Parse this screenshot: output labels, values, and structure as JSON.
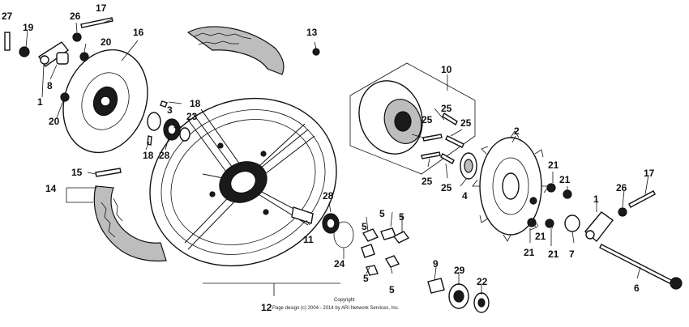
{
  "diagram": {
    "labels": [
      {
        "id": "l27a",
        "text": "27"
      },
      {
        "id": "l19",
        "text": "19"
      },
      {
        "id": "l26a",
        "text": "26"
      },
      {
        "id": "l17a",
        "text": "17"
      },
      {
        "id": "l16",
        "text": "16"
      },
      {
        "id": "l20a",
        "text": "20"
      },
      {
        "id": "l8",
        "text": "8"
      },
      {
        "id": "l1a",
        "text": "1"
      },
      {
        "id": "l20b",
        "text": "20"
      },
      {
        "id": "l13",
        "text": "13"
      },
      {
        "id": "l18a",
        "text": "18"
      },
      {
        "id": "l3",
        "text": "3"
      },
      {
        "id": "l23",
        "text": "23"
      },
      {
        "id": "l18b",
        "text": "18"
      },
      {
        "id": "l28a",
        "text": "28"
      },
      {
        "id": "l15",
        "text": "15"
      },
      {
        "id": "l14",
        "text": "14"
      },
      {
        "id": "l10",
        "text": "10"
      },
      {
        "id": "l25a",
        "text": "25"
      },
      {
        "id": "l25b",
        "text": "25"
      },
      {
        "id": "l25c",
        "text": "25"
      },
      {
        "id": "l25d",
        "text": "25"
      },
      {
        "id": "l25e",
        "text": "25"
      },
      {
        "id": "l2",
        "text": "2"
      },
      {
        "id": "l4",
        "text": "4"
      },
      {
        "id": "l21a",
        "text": "21"
      },
      {
        "id": "l21b",
        "text": "21"
      },
      {
        "id": "l17b",
        "text": "17"
      },
      {
        "id": "l26b",
        "text": "26"
      },
      {
        "id": "l1b",
        "text": "1"
      },
      {
        "id": "l21c",
        "text": "21"
      },
      {
        "id": "l21d",
        "text": "21"
      },
      {
        "id": "l21e",
        "text": "21"
      },
      {
        "id": "l7",
        "text": "7"
      },
      {
        "id": "l6",
        "text": "6"
      },
      {
        "id": "l28b",
        "text": "28"
      },
      {
        "id": "l11",
        "text": "11"
      },
      {
        "id": "l24",
        "text": "24"
      },
      {
        "id": "l5a",
        "text": "5"
      },
      {
        "id": "l5b",
        "text": "5"
      },
      {
        "id": "l5c",
        "text": "5"
      },
      {
        "id": "l5d",
        "text": "5"
      },
      {
        "id": "l5e",
        "text": "5"
      },
      {
        "id": "l9",
        "text": "9"
      },
      {
        "id": "l29",
        "text": "29"
      },
      {
        "id": "l22",
        "text": "22"
      },
      {
        "id": "l12",
        "text": "12"
      }
    ],
    "copyright": {
      "line1": "Copyright",
      "line2": "Page design (c) 2004 - 2014 by ARI Network Services, Inc."
    }
  }
}
